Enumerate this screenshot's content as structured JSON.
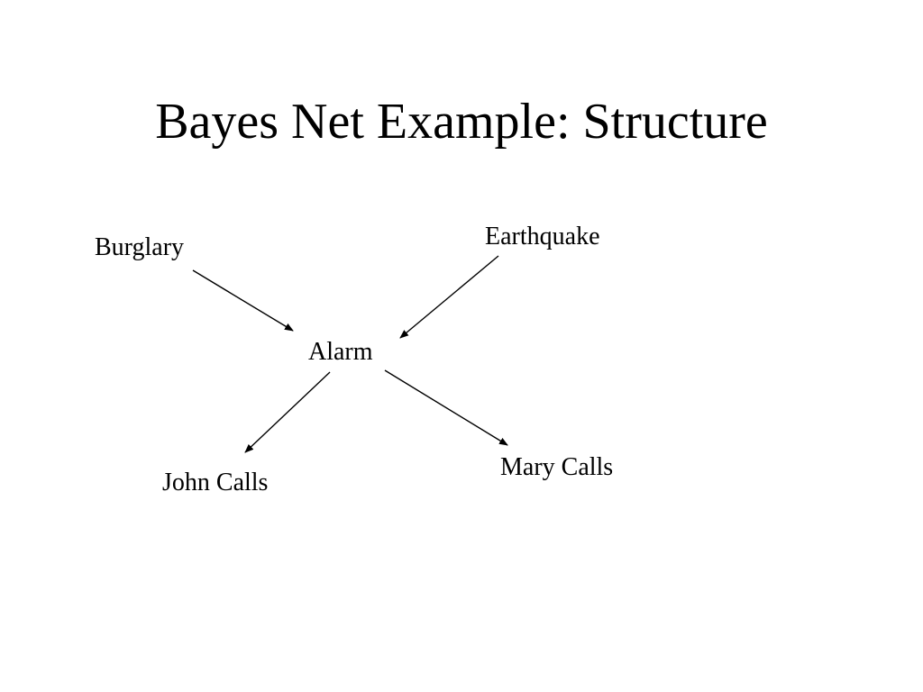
{
  "slide": {
    "title": "Bayes Net Example: Structure"
  },
  "diagram": {
    "nodes": [
      {
        "id": "burglary",
        "label": "Burglary"
      },
      {
        "id": "earthquake",
        "label": "Earthquake"
      },
      {
        "id": "alarm",
        "label": "Alarm"
      },
      {
        "id": "john_calls",
        "label": "John Calls"
      },
      {
        "id": "mary_calls",
        "label": "Mary Calls"
      }
    ],
    "edges": [
      {
        "from": "burglary",
        "to": "alarm"
      },
      {
        "from": "earthquake",
        "to": "alarm"
      },
      {
        "from": "alarm",
        "to": "john_calls"
      },
      {
        "from": "alarm",
        "to": "mary_calls"
      }
    ]
  },
  "colors": {
    "background": "#ffffff",
    "text": "#000000",
    "edge": "#000000"
  }
}
